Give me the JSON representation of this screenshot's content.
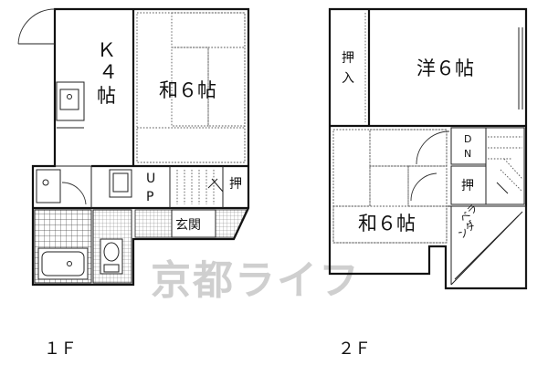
{
  "floor1": {
    "label": "１Ｆ",
    "kitchen": {
      "k": "Ｋ",
      "size": "４",
      "unit": "帖"
    },
    "washitsu": "和６帖",
    "up": [
      "U",
      "P"
    ],
    "oshiire": "押",
    "genkan": "玄関"
  },
  "floor2": {
    "label": "２Ｆ",
    "youshitsu": "洋６帖",
    "oshiire_top": [
      "押",
      "入"
    ],
    "dn": [
      "D",
      "N"
    ],
    "oshiire_small": "押",
    "washitsu": "和６帖",
    "veranda": [
      "ベラ",
      "ンダ"
    ]
  },
  "watermark": "京都ライフ"
}
